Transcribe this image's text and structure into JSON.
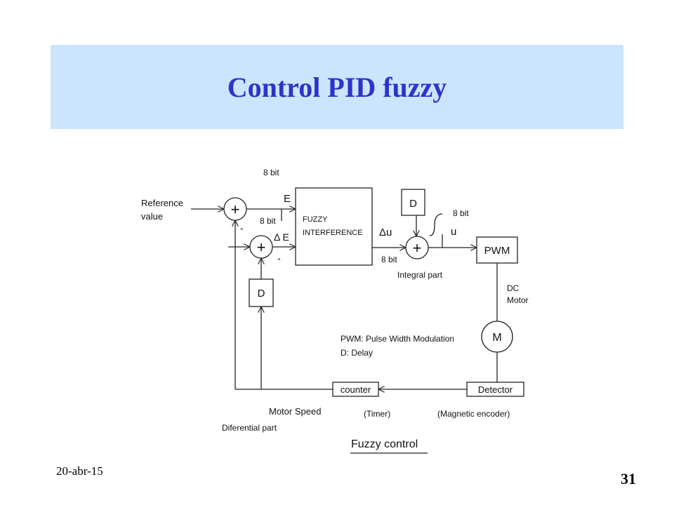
{
  "slide": {
    "title": "Control PID fuzzy",
    "date": "20-abr-15",
    "page_number": "31"
  },
  "diagram": {
    "reference_value_line1": "Reference",
    "reference_value_line2": "value",
    "bit_label_top": "8 bit",
    "bit_label_mid": "8 bit",
    "bit_label_out": "8 bit",
    "bit_label_u": "8 bit",
    "error_label": "E",
    "delta_error_label": "Δ E",
    "minus_sign_1": "-",
    "minus_sign_2": "-",
    "sum_symbol": "+",
    "fuzzy_line1": "FUZZY",
    "fuzzy_line2": "INTERFERENCE",
    "delay_block": "D",
    "delta_u_label": "Δu",
    "u_label": "u",
    "pwm_block": "PWM",
    "integral_part": "Integral part",
    "dc_motor_line1": "DC",
    "dc_motor_line2": "Motor",
    "motor_block": "M",
    "legend_pwm": "PWM: Pulse Width Modulation",
    "legend_delay": "D:  Delay",
    "counter_block": "counter",
    "detector_block": "Detector",
    "motor_speed": "Motor Speed",
    "timer_note": "(Timer)",
    "encoder_note": "(Magnetic encoder)",
    "differential_part": "Diferential part",
    "caption": "Fuzzy control"
  }
}
